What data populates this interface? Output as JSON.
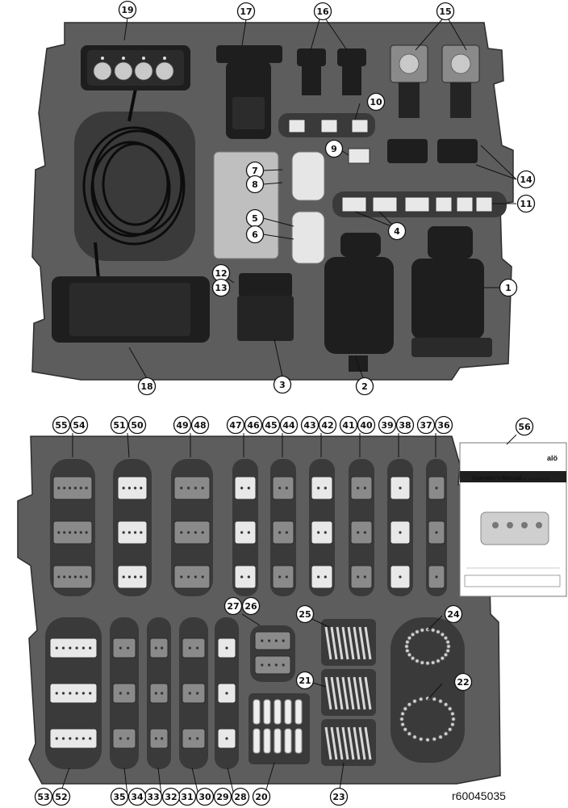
{
  "figure": {
    "reference": "r60045035",
    "callouts": [
      "1",
      "2",
      "3",
      "4",
      "5",
      "6",
      "7",
      "8",
      "9",
      "10",
      "11",
      "12",
      "13",
      "14",
      "15",
      "16",
      "17",
      "18",
      "19",
      "20",
      "21",
      "22",
      "23",
      "24",
      "25",
      "26",
      "27",
      "28",
      "29",
      "30",
      "31",
      "32",
      "33",
      "34",
      "35",
      "36",
      "37",
      "38",
      "39",
      "40",
      "41",
      "42",
      "43",
      "44",
      "45",
      "46",
      "47",
      "48",
      "49",
      "50",
      "51",
      "52",
      "53",
      "54",
      "55",
      "56"
    ]
  },
  "manual": {
    "brand": "alö",
    "title": "Operator's Manual",
    "subtitle": "Electric Connection Kit"
  },
  "colors": {
    "foam": "#5d5d5d",
    "foam_edge": "#2e2e2e",
    "ink": "#111111",
    "plug_grey": "#8a8a8a",
    "plug_white": "#e8e8e8"
  }
}
